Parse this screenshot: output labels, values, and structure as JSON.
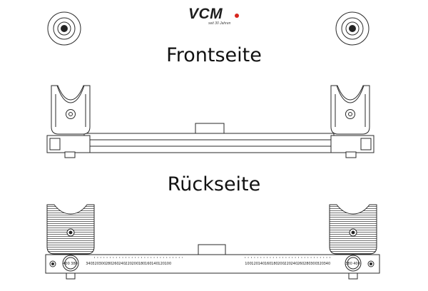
{
  "logo": {
    "brand": "VCM",
    "tagline": "seit 30 Jahren",
    "dot_color": "#d7261e"
  },
  "headings": {
    "front": "Frontseite",
    "back": "Rückseite"
  },
  "scale": {
    "left_labels": [
      "400",
      "380",
      "340",
      "320",
      "300",
      "280",
      "260",
      "240",
      "220",
      "200",
      "180",
      "160",
      "140",
      "120",
      "100"
    ],
    "right_labels": [
      "100",
      "120",
      "140",
      "160",
      "180",
      "200",
      "220",
      "240",
      "260",
      "280",
      "300",
      "320",
      "340",
      "380",
      "400"
    ]
  },
  "line_color": "#2a2a2a"
}
